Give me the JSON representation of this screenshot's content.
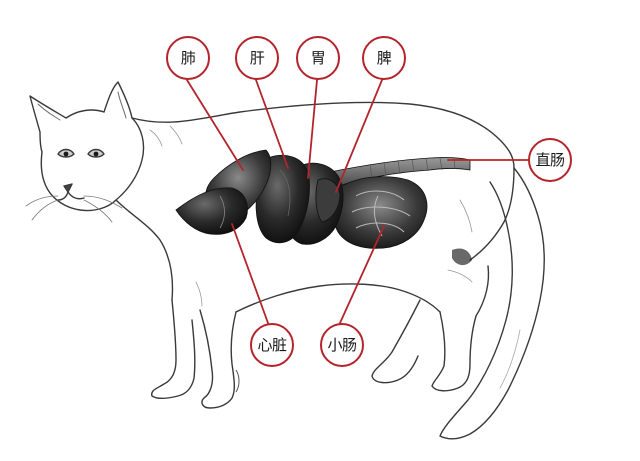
{
  "labels": {
    "lung": "肺",
    "liver": "肝",
    "stomach": "胃",
    "spleen": "脾",
    "rectum": "直肠",
    "heart": "心脏",
    "small_intestine": "小肠"
  },
  "colors": {
    "badge_border": "#b3242b",
    "leader_line": "#b3242b",
    "organ_dark": "#1e1e1e",
    "sketch_line": "#3a3a3a"
  }
}
